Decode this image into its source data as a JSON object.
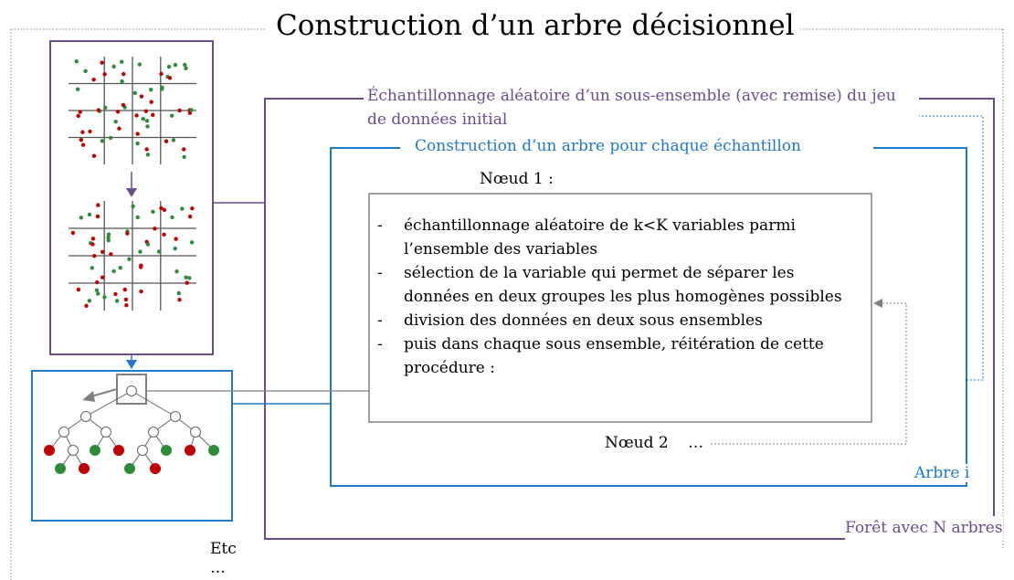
{
  "title": "Construction d’un arbre décisionnel",
  "sampling_label": "Échantillonnage aléatoire d’un sous-ensemble (avec remise) du jeu de données initial",
  "tree_per_sample_label": "Construction d’un arbre pour chaque échantillon",
  "node1_label": "Nœud 1 :",
  "procedure_steps": [
    "échantillonnage aléatoire de k<K variables parmi l’ensemble des variables",
    "sélection de la variable qui permet de séparer les données en deux groupes les plus homogènes possibles",
    "division des données en deux sous ensembles",
    "puis dans chaque sous ensemble, réitération de cette procédure :"
  ],
  "node2_label": "Nœud 2",
  "node2_ellipsis": "…",
  "tree_label": "Arbre i",
  "forest_label": "Forêt avec N arbres",
  "etc_label": "Etc",
  "etc_ellipsis": "…",
  "colors": {
    "purple": "#6a4c8f",
    "blue": "#1f78c8",
    "gray": "#808080",
    "red_point": "#c00000",
    "green_point": "#2e8b3a"
  },
  "icons": [
    "dataset-scatter-grid-icon",
    "sampled-scatter-grid-icon",
    "decision-tree-icon"
  ]
}
